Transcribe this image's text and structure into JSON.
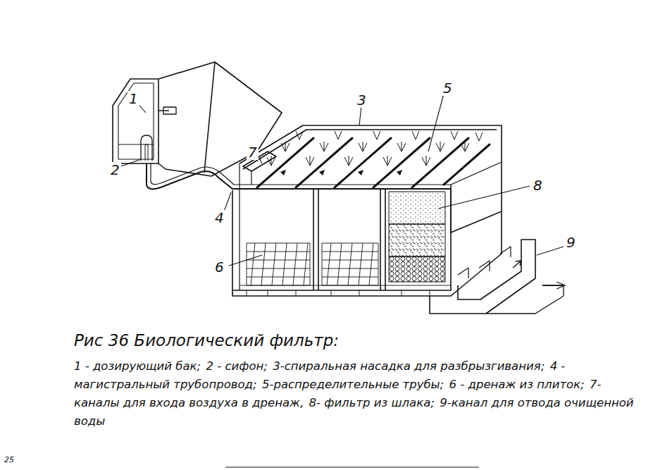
{
  "diagram": {
    "title": "Рис 36 Биологический фильтр:",
    "labels": [
      "1",
      "2",
      "3",
      "4",
      "5",
      "6",
      "7",
      "8",
      "9",
      "1 - дозирующий бак;",
      "2 - сифон;",
      "3-спиральная насадка для разбрызгивания;",
      "4 - магистральный трубопровод;",
      "5-распределительные трубы;",
      "6 - дренаж из плиток;",
      "7- каналы для входа воздуха в дренаж,",
      "8- фильтр из шлака;",
      "9-канал для отвода очищенной воды",
      "25"
    ]
  }
}
